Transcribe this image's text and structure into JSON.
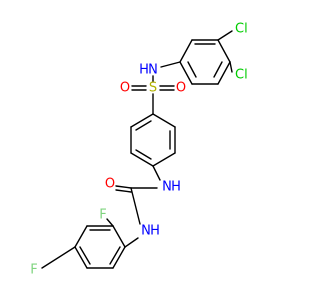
{
  "colors": {
    "carbon_bond": "#000000",
    "nitrogen": "#0000ff",
    "oxygen": "#ff0000",
    "sulfur": "#b2b200",
    "chlorine": "#00cc00",
    "fluorine": "#7fd47f"
  },
  "atoms": {
    "n_sulfonamide": "N",
    "h_sulfonamide": "H",
    "s_sulfonyl": "S",
    "o_sulfonyl_left": "O",
    "o_sulfonyl_right": "O",
    "cl_top": "Cl",
    "cl_bottom": "Cl",
    "n_urea_upper": "N",
    "h_urea_upper": "H",
    "o_urea": "O",
    "n_urea_lower": "N",
    "h_urea_lower": "H",
    "f_ortho": "F",
    "f_para": "F"
  }
}
